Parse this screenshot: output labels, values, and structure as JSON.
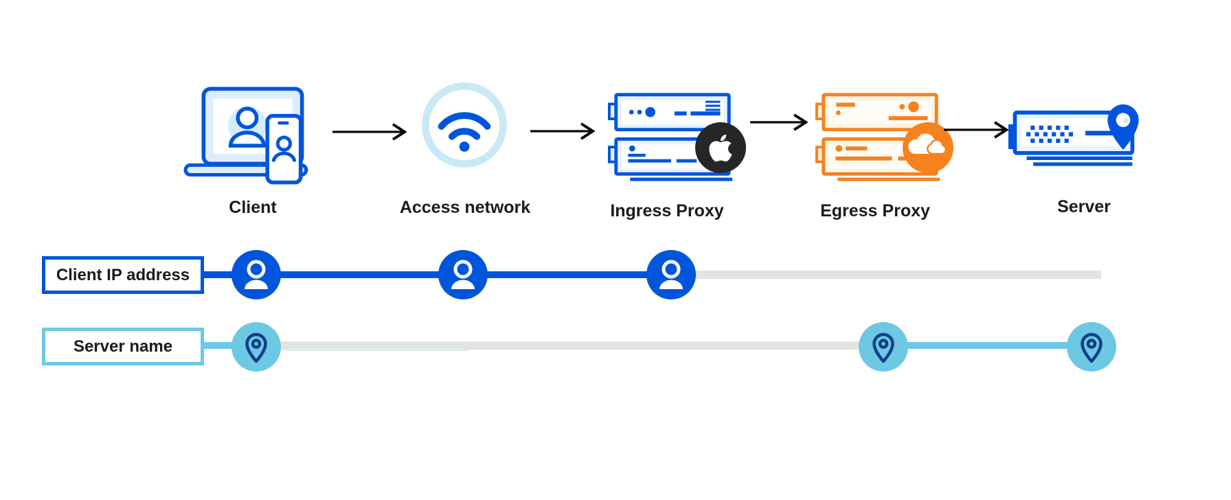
{
  "diagram": {
    "type": "flow",
    "nodes": [
      {
        "id": "client",
        "label": "Client",
        "icon": "client-devices-icon"
      },
      {
        "id": "access-network",
        "label": "Access network",
        "icon": "wifi-icon"
      },
      {
        "id": "ingress-proxy",
        "label": "Ingress Proxy",
        "icon": "server-rack-blue-icon",
        "badge": "apple-logo"
      },
      {
        "id": "egress-proxy",
        "label": "Egress Proxy",
        "icon": "server-rack-orange-icon",
        "badge": "cloudflare-logo"
      },
      {
        "id": "server",
        "label": "Server",
        "icon": "server-location-icon"
      }
    ],
    "tracks": [
      {
        "id": "client-ip",
        "label": "Client IP address",
        "marker": "person-icon",
        "stops": [
          "Client",
          "Access network",
          "Ingress Proxy"
        ],
        "line_color": "#0055DC",
        "hidden_color": "#E3E3E3"
      },
      {
        "id": "server-name",
        "label": "Server name",
        "marker": "location-pin-icon",
        "stops": [
          "Client",
          "Egress Proxy",
          "Server"
        ],
        "line_color": "#6DC8E4",
        "hidden_color": "#E3E3E3"
      }
    ],
    "colors": {
      "blue": "#0055DC",
      "light_blue": "#6DC8E4",
      "pale_blue_ring": "#C9E9F7",
      "pale_blue_fill": "#DCEEFA",
      "navy": "#0E3E86",
      "orange": "#F6821F",
      "cream": "#FEF4E4",
      "track_gray": "#E3E3E3",
      "apple_badge": "#262626",
      "arrow": "#0A0A0A",
      "text": "#1B1B1B"
    }
  }
}
